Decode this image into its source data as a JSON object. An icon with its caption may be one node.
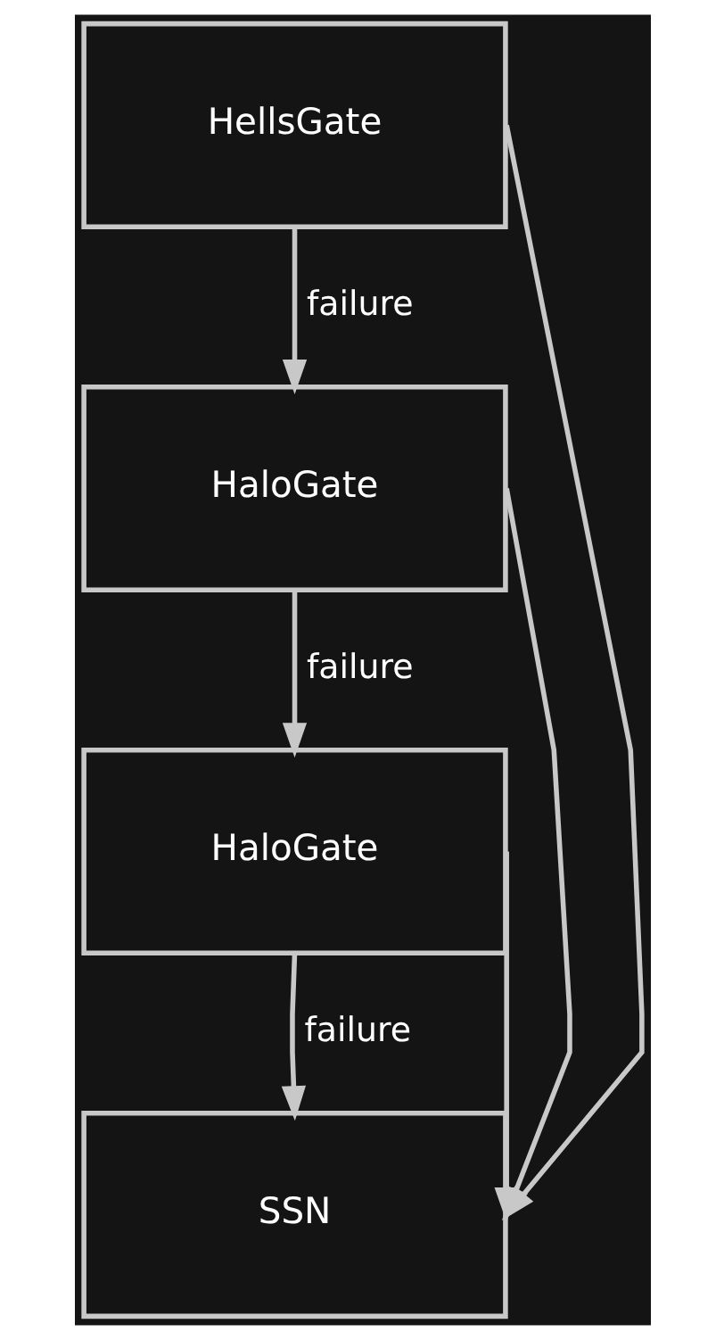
{
  "diagram": {
    "nodes": [
      {
        "text": [
          "HellsGate"
        ]
      },
      {
        "text": [
          "HaloGate"
        ]
      },
      {
        "text": [
          "HaloGate"
        ]
      },
      {
        "text": [
          "SSN"
        ]
      }
    ],
    "edges": [
      {
        "from": 0,
        "to": 1,
        "arrow": "to",
        "label": "failure"
      },
      {
        "from": 1,
        "to": 2,
        "arrow": "to",
        "label": "failure"
      },
      {
        "from": 2,
        "to": 3,
        "arrow": "to",
        "label": "failure"
      },
      {
        "from": 0,
        "to": 3,
        "arrow": "to"
      },
      {
        "from": 1,
        "to": 3,
        "arrow": "to"
      },
      {
        "from": 2,
        "to": 3,
        "arrow": "to"
      }
    ]
  }
}
